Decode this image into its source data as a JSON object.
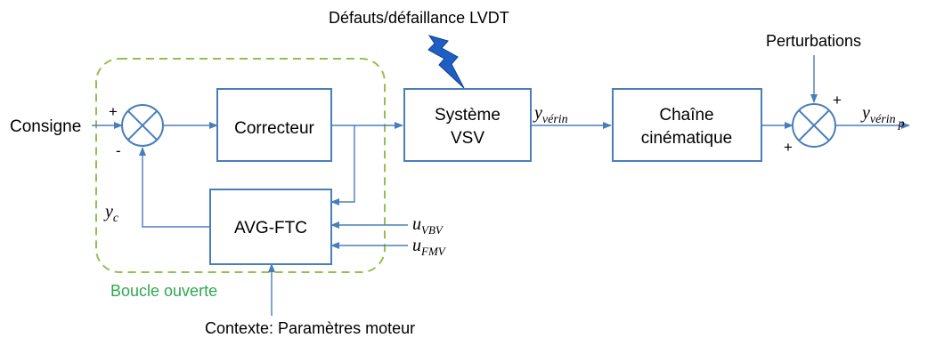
{
  "blocks": {
    "correcteur": "Correcteur",
    "systeme_line1": "Système",
    "systeme_line2": "VSV",
    "chaine_line1": "Chaîne",
    "chaine_line2": "cinématique",
    "avg_ftc": "AVG-FTC"
  },
  "labels": {
    "consigne": "Consigne",
    "defauts": "Défauts/défaillance LVDT",
    "perturbations": "Perturbations",
    "contexte": "Contexte: Paramètres moteur",
    "boucle_ouverte": "Boucle ouverte"
  },
  "signals": {
    "y_verin_base": "y",
    "y_verin_sub": "vérin",
    "y_verin_p_base": "y",
    "y_verin_p_sub": "vérin",
    "y_verin_p_sub2": "p",
    "y_c_base": "y",
    "y_c_sub": "c",
    "u_vbv_base": "u",
    "u_vbv_sub": "VBV",
    "u_fmv_base": "u",
    "u_fmv_sub": "FMV"
  },
  "signs": {
    "sum1_plus": "+",
    "sum1_minus": "-",
    "sum2_plus_top": "+",
    "sum2_plus_left": "+"
  },
  "colors": {
    "block_stroke": "#4a7ebb",
    "loop_dashed": "#92c050",
    "loop_label": "#2fa84f",
    "bolt_fill": "#1f5fc4",
    "bolt_stroke": "#0d3f8f"
  },
  "icons": {
    "fault": "lightning-bolt-icon",
    "sum": "summing-junction-icon"
  }
}
